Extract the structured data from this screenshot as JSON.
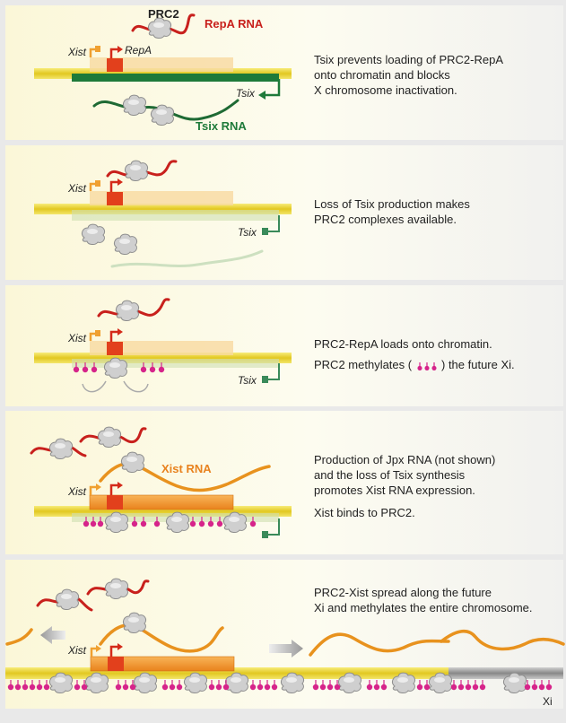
{
  "colors": {
    "chromosome": "#e8d23a",
    "xist": "#f0a030",
    "repa": "#d42a1a",
    "tsix": "#1e7a3a",
    "methyl": "#d6248a",
    "prc2": "#cfcfcf",
    "xi_grey": "#9a9a9a"
  },
  "panels": [
    {
      "labels": {
        "prc2": "PRC2",
        "repa_rna": "RepA RNA",
        "xist": "Xist",
        "repa": "RepA",
        "tsix": "Tsix",
        "tsix_rna": "Tsix RNA"
      },
      "caption": [
        "Tsix prevents loading of PRC2-RepA",
        "onto chromatin and blocks",
        "X chromosome inactivation."
      ]
    },
    {
      "labels": {
        "xist": "Xist",
        "tsix": "Tsix"
      },
      "caption": [
        "Loss of Tsix production makes",
        "PRC2 complexes available."
      ]
    },
    {
      "labels": {
        "xist": "Xist",
        "tsix": "Tsix"
      },
      "caption": [
        "PRC2-RepA loads onto chromatin.",
        "PRC2 methylates (",
        ") the future Xi."
      ]
    },
    {
      "labels": {
        "xist": "Xist",
        "xist_rna": "Xist RNA"
      },
      "caption": [
        "Production of Jpx RNA (not shown)",
        "and the loss of Tsix synthesis",
        "promotes Xist RNA expression.",
        "Xist binds to PRC2."
      ]
    },
    {
      "labels": {
        "xist": "Xist",
        "xi": "Xi"
      },
      "caption": [
        "PRC2-Xist spread along the future",
        "Xi and methylates the entire chromosome."
      ]
    }
  ]
}
